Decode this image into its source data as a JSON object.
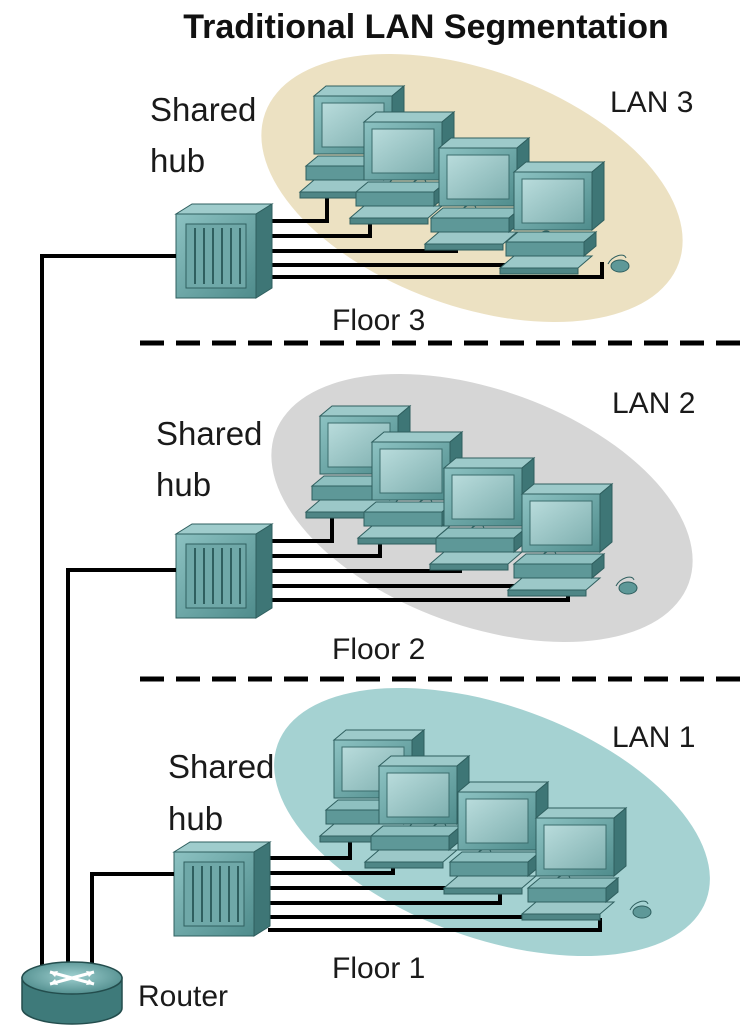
{
  "diagram": {
    "title": "Traditional LAN Segmentation",
    "router_label": "Router",
    "colors": {
      "lan3_zone": "#ece1c2",
      "lan2_zone": "#d6d6d6",
      "lan1_zone": "#a5d2d2",
      "device_teal": "#5f9c9c",
      "device_dark": "#3e7676",
      "device_light": "#8fc0c0",
      "cable": "#000000"
    },
    "segments": [
      {
        "lan": "LAN 3",
        "floor": "Floor 3",
        "hub_label_1": "Shared",
        "hub_label_2": "hub",
        "zone_color_key": "lan3_zone",
        "icons": [
          "hub-icon",
          "computer-icon"
        ]
      },
      {
        "lan": "LAN 2",
        "floor": "Floor 2",
        "hub_label_1": "Shared",
        "hub_label_2": "hub",
        "zone_color_key": "lan2_zone",
        "icons": [
          "hub-icon",
          "computer-icon"
        ]
      },
      {
        "lan": "LAN 1",
        "floor": "Floor 1",
        "hub_label_1": "Shared",
        "hub_label_2": "hub",
        "zone_color_key": "lan1_zone",
        "icons": [
          "hub-icon",
          "computer-icon"
        ]
      }
    ],
    "router_icon": "router-icon"
  }
}
